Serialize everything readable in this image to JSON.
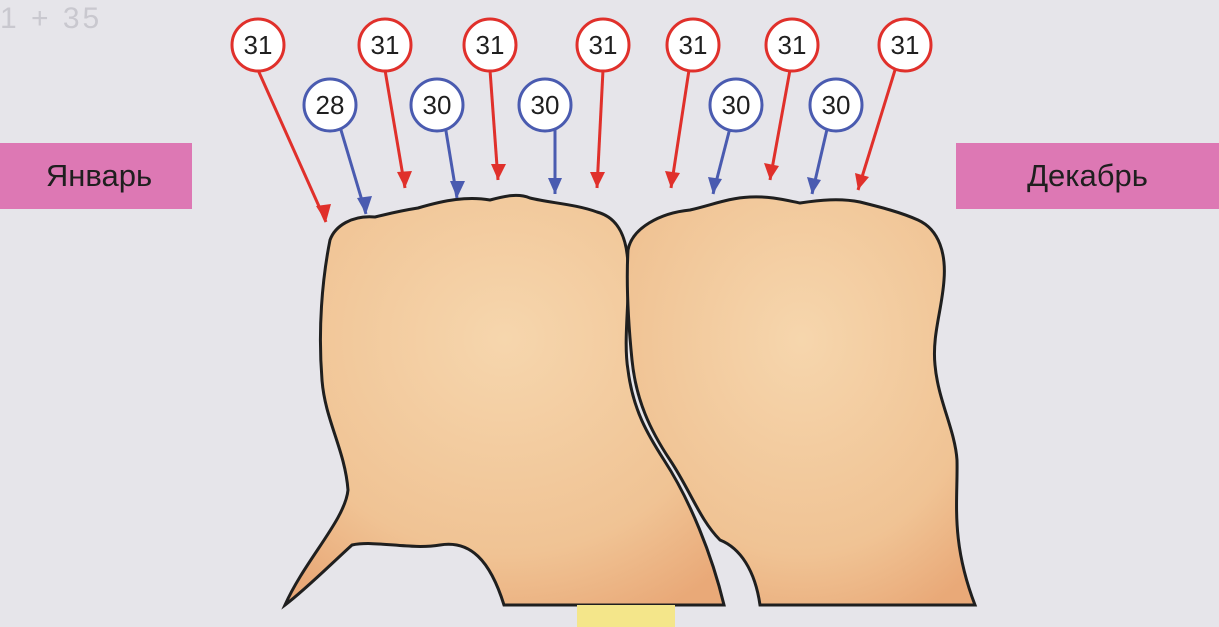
{
  "labels": {
    "left": "Январь",
    "right": "Декабрь"
  },
  "badges": [
    {
      "value": "31",
      "kind": "long"
    },
    {
      "value": "28",
      "kind": "short"
    },
    {
      "value": "31",
      "kind": "long"
    },
    {
      "value": "30",
      "kind": "short"
    },
    {
      "value": "31",
      "kind": "long"
    },
    {
      "value": "30",
      "kind": "short"
    },
    {
      "value": "31",
      "kind": "long"
    },
    {
      "value": "31",
      "kind": "long"
    },
    {
      "value": "30",
      "kind": "short"
    },
    {
      "value": "31",
      "kind": "long"
    },
    {
      "value": "30",
      "kind": "short"
    },
    {
      "value": "31",
      "kind": "long"
    }
  ],
  "colors": {
    "long": "#e0302b",
    "short": "#4a5bb0",
    "label_bg": "#dd78b4",
    "skin": "#f2c79a"
  }
}
